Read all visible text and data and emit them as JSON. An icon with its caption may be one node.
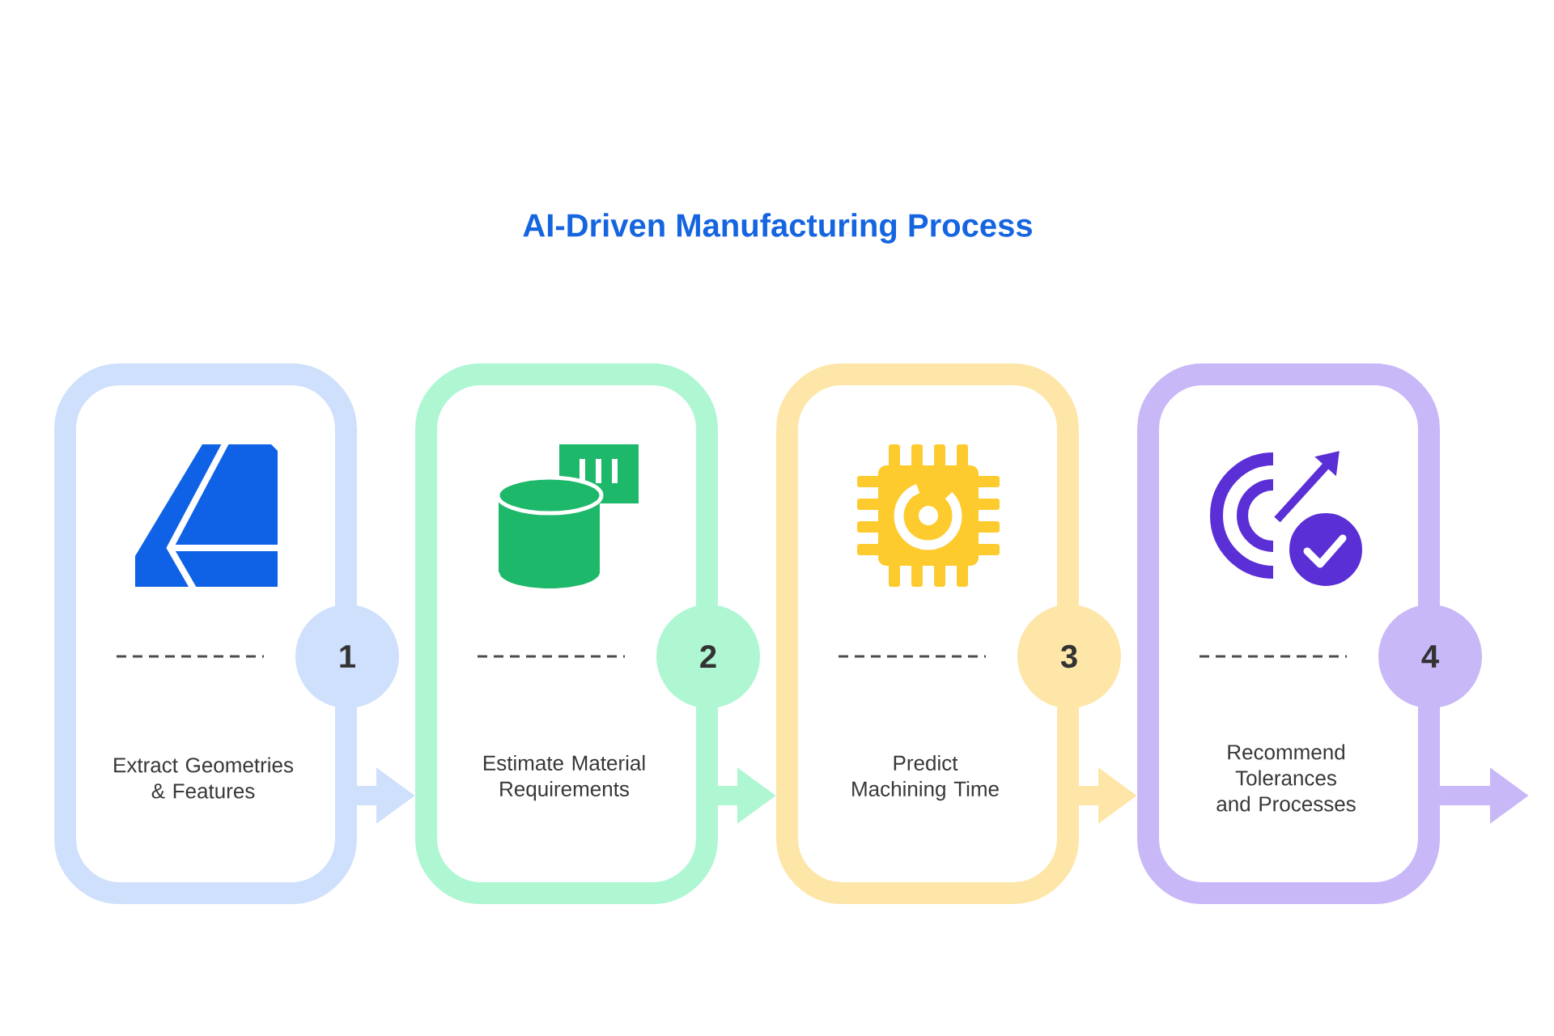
{
  "diagram": {
    "title": "AI-Driven Manufacturing Process",
    "nodes": [
      {
        "text": [
          "Extract Geometries & Features"
        ]
      },
      {
        "text": [
          "1"
        ]
      },
      {
        "text": [
          "Estimate Material Requirements"
        ]
      },
      {
        "text": [
          "2"
        ]
      },
      {
        "text": [
          "Predict Machining Time"
        ]
      },
      {
        "text": [
          "3"
        ]
      },
      {
        "text": [
          "Recommend Tolerances and Processes"
        ]
      },
      {
        "text": [
          "4"
        ]
      }
    ],
    "edges": [
      {
        "from": 0,
        "to": 2,
        "arrow": "to",
        "color": "#cfe0fc"
      },
      {
        "from": 2,
        "to": 4,
        "arrow": "to",
        "color": "#aef7d2"
      },
      {
        "from": 4,
        "to": 6,
        "arrow": "to",
        "color": "#fde6a8"
      },
      {
        "from": 6,
        "to": null,
        "arrow": "to",
        "color": "#c9b8f8"
      }
    ]
  }
}
